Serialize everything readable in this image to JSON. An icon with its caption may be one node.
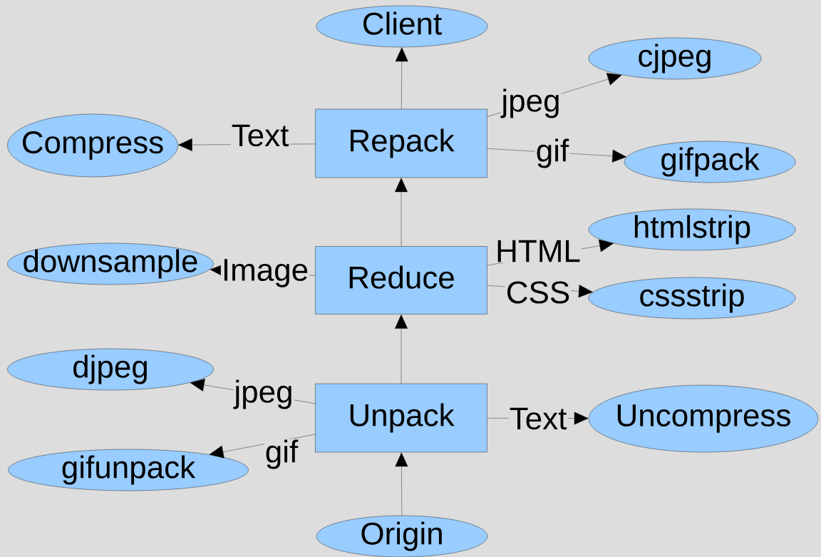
{
  "diagram": {
    "nodes": [
      {
        "text": [
          "Client"
        ]
      },
      {
        "text": [
          "cjpeg"
        ]
      },
      {
        "text": [
          "Compress"
        ]
      },
      {
        "text": [
          "Repack"
        ]
      },
      {
        "text": [
          "gifpack"
        ]
      },
      {
        "text": [
          "htmlstrip"
        ]
      },
      {
        "text": [
          "downsample"
        ]
      },
      {
        "text": [
          "Reduce"
        ]
      },
      {
        "text": [
          "cssstrip"
        ]
      },
      {
        "text": [
          "djpeg"
        ]
      },
      {
        "text": [
          "Unpack"
        ]
      },
      {
        "text": [
          "Uncompress"
        ]
      },
      {
        "text": [
          "gifunpack"
        ]
      },
      {
        "text": [
          "Origin"
        ]
      }
    ],
    "edges": [
      {
        "from": 3,
        "to": 0,
        "arrow": "to"
      },
      {
        "from": 3,
        "to": 1,
        "arrow": "to",
        "label": "jpeg"
      },
      {
        "from": 3,
        "to": 2,
        "arrow": "to",
        "label": "Text"
      },
      {
        "from": 3,
        "to": 4,
        "arrow": "to",
        "label": "gif"
      },
      {
        "from": 7,
        "to": 3,
        "arrow": "to"
      },
      {
        "from": 7,
        "to": 5,
        "arrow": "to",
        "label": "HTML"
      },
      {
        "from": 7,
        "to": 6,
        "arrow": "to",
        "label": "Image"
      },
      {
        "from": 7,
        "to": 8,
        "arrow": "to",
        "label": "CSS"
      },
      {
        "from": 10,
        "to": 7,
        "arrow": "to"
      },
      {
        "from": 10,
        "to": 9,
        "arrow": "to",
        "label": "jpeg"
      },
      {
        "from": 10,
        "to": 11,
        "arrow": "to",
        "label": "Text"
      },
      {
        "from": 10,
        "to": 12,
        "arrow": "to",
        "label": "gif"
      },
      {
        "from": 13,
        "to": 10,
        "arrow": "to"
      }
    ]
  }
}
